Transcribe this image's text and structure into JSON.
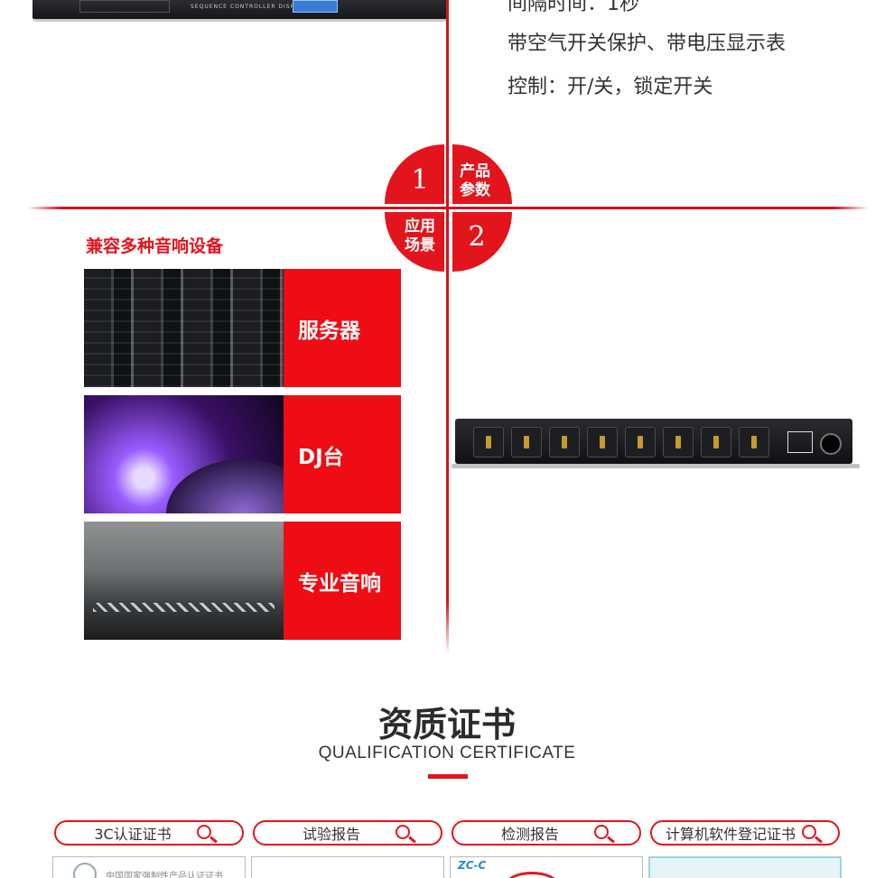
{
  "device_top": {
    "panel_label": "SEQUENCE CONTROLLER DISPLAY"
  },
  "specs": {
    "line_interval": "间隔时间：1秒",
    "line_protect": "带空气开关保护、带电压显示表",
    "line_control": "控制：开/关，锁定开关"
  },
  "badges": {
    "params_num": "1",
    "params_label_1": "产品",
    "params_label_2": "参数",
    "apps_num": "2",
    "apps_label_1": "应用",
    "apps_label_2": "场景"
  },
  "applications": {
    "title": "兼容多种音响设备",
    "items": [
      {
        "label": "服务器"
      },
      {
        "label": "DJ台"
      },
      {
        "label": "专业音响"
      }
    ]
  },
  "qualification": {
    "title": "资质证书",
    "subtitle": "QUALIFICATION CERTIFICATE",
    "tabs": [
      {
        "label": "3C认证证书"
      },
      {
        "label": "试验报告"
      },
      {
        "label": "检测报告"
      },
      {
        "label": "计算机软件登记证书"
      }
    ],
    "docs": [
      {
        "text": "中国国家强制性产品认证证书"
      },
      {
        "text": ""
      },
      {
        "text": ""
      },
      {
        "text": ""
      }
    ],
    "doc3_logo_text": "ZC-C"
  },
  "colors": {
    "accent": "#e3151c",
    "label_bg": "#ee0d14"
  },
  "icons": {
    "tab_icon": "magnifier-icon"
  }
}
